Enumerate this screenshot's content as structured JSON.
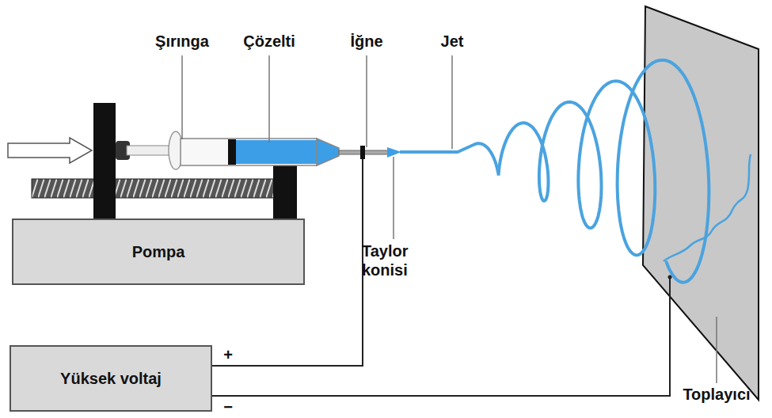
{
  "diagram": {
    "nodes": [
      {
        "text": [
          "Pompa"
        ]
      },
      {
        "text": [
          "Yüksek voltaj"
        ]
      }
    ],
    "labels": [
      "Şırınga",
      "Çözelti",
      "İğne",
      "Jet",
      "Taylor konisi",
      "+",
      "−",
      "Toplayıcı"
    ]
  }
}
